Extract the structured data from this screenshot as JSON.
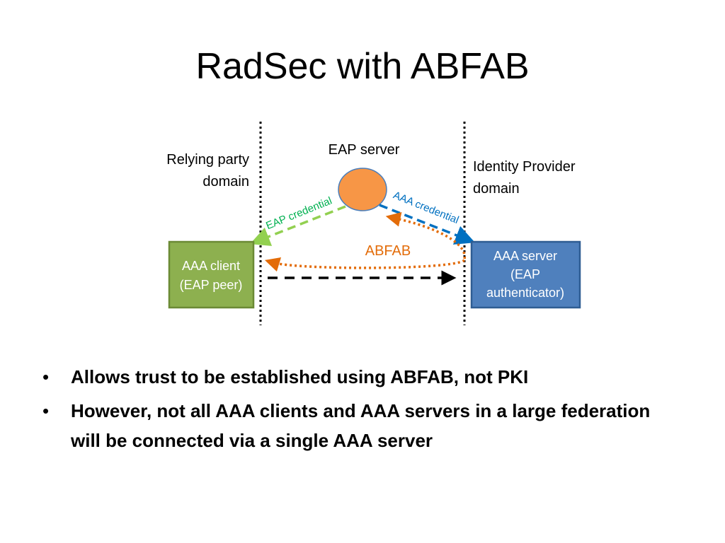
{
  "slide": {
    "title": "RadSec with ABFAB"
  },
  "diagram": {
    "eap_server_label": "EAP server",
    "relying_party_label_line1": "Relying party",
    "relying_party_label_line2": "domain",
    "idp_label_line1": "Identity Provider",
    "idp_label_line2": "domain",
    "aaa_client_line1": "AAA client",
    "aaa_client_line2": "(EAP peer)",
    "aaa_server_line1": "AAA server",
    "aaa_server_line2": "(EAP",
    "aaa_server_line3": "authenticator)",
    "eap_credential_label": "EAP credential",
    "aaa_credential_label": "AAA credential",
    "abfab_label": "ABFAB",
    "colors": {
      "client_box": "#8db04f",
      "server_box": "#4f80bd",
      "eap_server_circle": "#f79646",
      "eap_credential": "#92d050",
      "aaa_credential": "#0070c0",
      "abfab": "#e36c09"
    }
  },
  "bullets": [
    "Allows trust to be established using ABFAB, not PKI",
    "However, not all AAA clients and AAA servers in a large federation will be connected via a single AAA server"
  ]
}
